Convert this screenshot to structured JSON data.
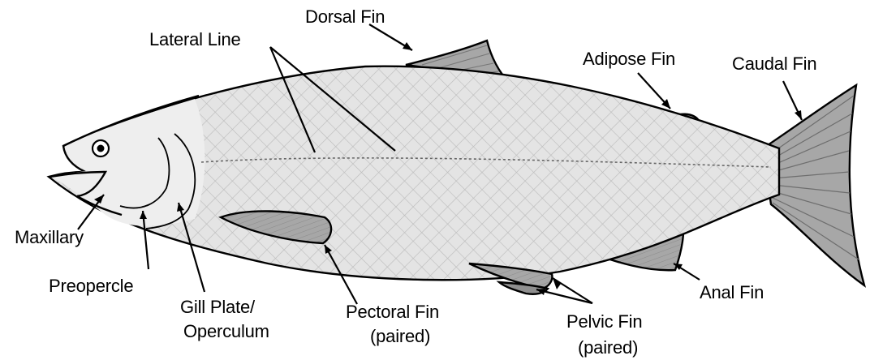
{
  "diagram": {
    "labels": {
      "dorsal_fin": "Dorsal Fin",
      "lateral_line": "Lateral Line",
      "adipose_fin": "Adipose Fin",
      "caudal_fin": "Caudal Fin",
      "maxillary": "Maxillary",
      "preopercle": "Preopercle",
      "gill_plate_line1": "Gill Plate/",
      "gill_plate_line2": "Operculum",
      "pectoral_fin_line1": "Pectoral Fin",
      "pectoral_fin_line2": "(paired)",
      "pelvic_fin_line1": "Pelvic Fin",
      "pelvic_fin_line2": "(paired)",
      "anal_fin": "Anal Fin"
    },
    "colors": {
      "body": "#e4e4e4",
      "head": "#eeeeee",
      "fin": "#a7a7a7",
      "scale_line": "#bcbcbc",
      "outline": "#000000"
    }
  }
}
